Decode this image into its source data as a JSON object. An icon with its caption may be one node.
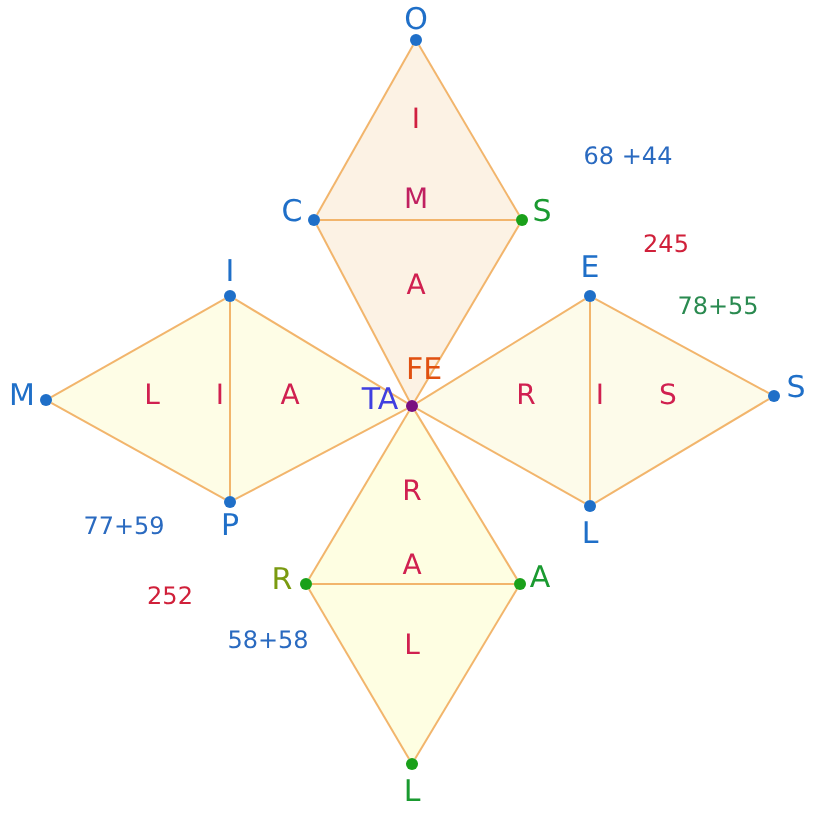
{
  "diagram": {
    "nodes": [
      {
        "text": [
          "O"
        ]
      },
      {
        "text": [
          "C"
        ]
      },
      {
        "text": [
          "S"
        ]
      },
      {
        "text": [
          "TA",
          "FE"
        ]
      },
      {
        "text": [
          "I"
        ]
      },
      {
        "text": [
          "M"
        ]
      },
      {
        "text": [
          "P"
        ]
      },
      {
        "text": [
          "E"
        ]
      },
      {
        "text": [
          "S"
        ]
      },
      {
        "text": [
          "L"
        ]
      },
      {
        "text": [
          "R"
        ]
      },
      {
        "text": [
          "A"
        ]
      },
      {
        "text": [
          "L"
        ]
      }
    ],
    "edges": [
      {
        "from": 0,
        "to": 1,
        "arrow": "none"
      },
      {
        "from": 0,
        "to": 2,
        "arrow": "none"
      },
      {
        "from": 1,
        "to": 2,
        "arrow": "none"
      },
      {
        "from": 1,
        "to": 3,
        "arrow": "none"
      },
      {
        "from": 2,
        "to": 3,
        "arrow": "none"
      },
      {
        "from": 4,
        "to": 5,
        "arrow": "none"
      },
      {
        "from": 5,
        "to": 6,
        "arrow": "none"
      },
      {
        "from": 4,
        "to": 6,
        "arrow": "none"
      },
      {
        "from": 4,
        "to": 3,
        "arrow": "none"
      },
      {
        "from": 6,
        "to": 3,
        "arrow": "none"
      },
      {
        "from": 3,
        "to": 7,
        "arrow": "none"
      },
      {
        "from": 7,
        "to": 8,
        "arrow": "none"
      },
      {
        "from": 3,
        "to": 9,
        "arrow": "none"
      },
      {
        "from": 9,
        "to": 8,
        "arrow": "none"
      },
      {
        "from": 7,
        "to": 9,
        "arrow": "none"
      },
      {
        "from": 3,
        "to": 10,
        "arrow": "none"
      },
      {
        "from": 3,
        "to": 11,
        "arrow": "none"
      },
      {
        "from": 10,
        "to": 11,
        "arrow": "none"
      },
      {
        "from": 10,
        "to": 12,
        "arrow": "none"
      },
      {
        "from": 11,
        "to": 12,
        "arrow": "none"
      }
    ],
    "labels": [
      "I",
      "M",
      "A",
      "68 +44",
      "245",
      "78+55",
      "L",
      "I",
      "A",
      "R",
      "I",
      "S",
      "R",
      "77+59",
      "A",
      "252",
      "58+58",
      "L"
    ]
  }
}
